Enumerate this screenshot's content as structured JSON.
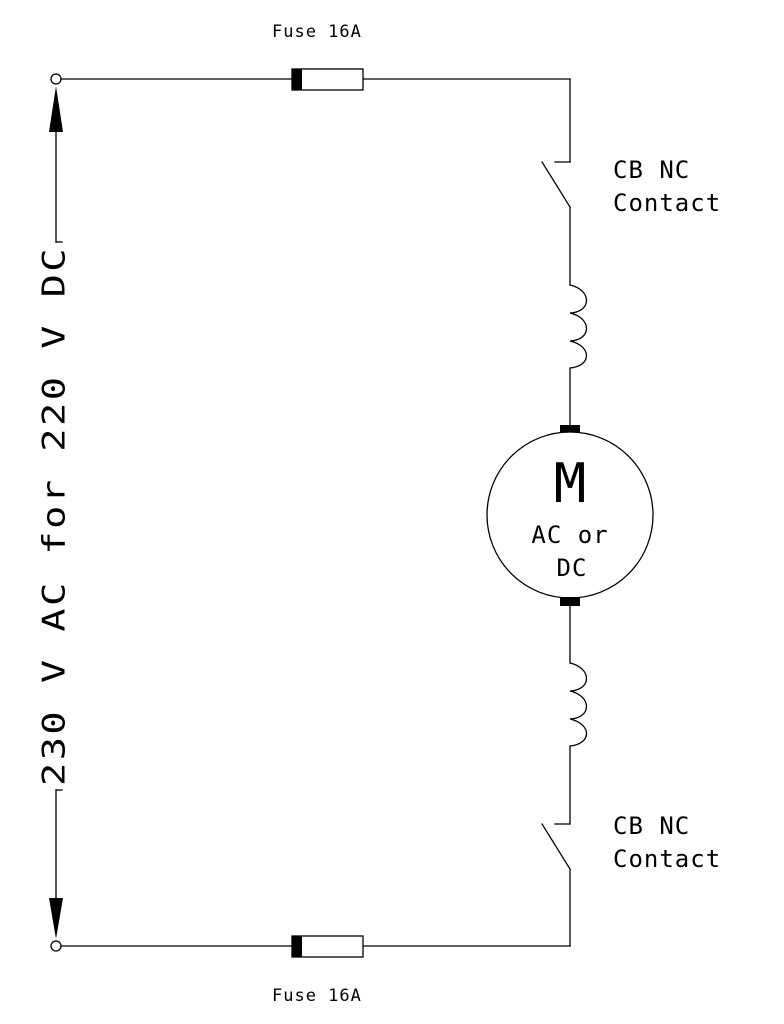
{
  "labels": {
    "fuse_top": "Fuse 16A",
    "fuse_bottom": "Fuse 16A",
    "cb_top_line1": "CB NC",
    "cb_top_line2": "Contact",
    "cb_bottom_line1": "CB NC",
    "cb_bottom_line2": "Contact",
    "motor_letter": "M",
    "motor_line1": "AC or",
    "motor_line2": "DC",
    "supply": "230 V AC for 220 V DC"
  },
  "colors": {
    "line": "#000000",
    "background": "#ffffff"
  }
}
